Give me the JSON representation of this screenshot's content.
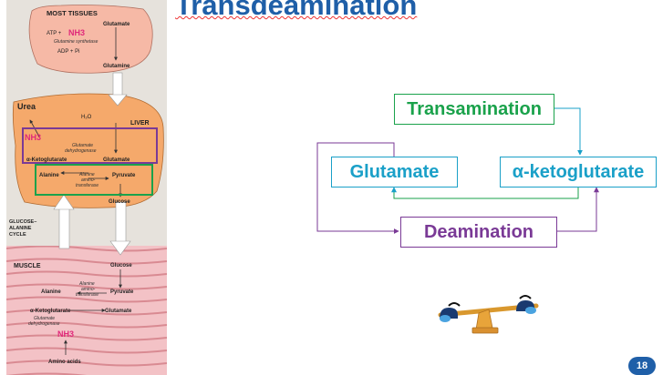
{
  "slide": {
    "title": "Transdeamination",
    "page_number": "18"
  },
  "flowchart": {
    "transamination": "Transamination",
    "glutamate": "Glutamate",
    "alpha_ketoglutarate": "α-ketoglutarate",
    "deamination": "Deamination"
  },
  "figure": {
    "most_tissues": "MOST TISSUES",
    "glutamate_top": "Glutamate",
    "atp_label": "ATP +",
    "nh3_top": "NH3",
    "glutamine_synthetase": "Glutamine synthetase",
    "adp_pi": "ADP + Pi",
    "glutamine": "Glutamine",
    "urea": "Urea",
    "h2o": "H₂O",
    "liver": "LIVER",
    "nh3_liver": "NH3",
    "glutamate_dehydrogenase_1": "Glutamate",
    "glutamate_dehydrogenase_2": "dehydrogenase",
    "akg_liver": "α-Ketoglutarate",
    "glutamate_liver": "Glutamate",
    "alanine_liver": "Alanine",
    "alanine_aminotransferase_1": "Alanine",
    "alanine_aminotransferase_2": "amino-",
    "alanine_aminotransferase_3": "transferase",
    "pyruvate_liver": "Pyruvate",
    "glucose_liver": "Glucose",
    "cycle_1": "GLUCOSE–",
    "cycle_2": "ALANINE",
    "cycle_3": "CYCLE",
    "muscle": "MUSCLE",
    "glucose_muscle": "Glucose",
    "alanine_muscle": "Alanine",
    "pyruvate_muscle": "Pyruvate",
    "muscle_aat_1": "Alanine",
    "muscle_aat_2": "amino-",
    "muscle_aat_3": "transferase",
    "akg_muscle": "α-Ketoglutarate",
    "glutamate_muscle": "Glutamate",
    "muscle_gdh_1": "Glutamate",
    "muscle_gdh_2": "dehydrogenase",
    "nh3_muscle": "NH3",
    "amino_acids": "Amino acids"
  },
  "colors": {
    "title": "#1f5fa8",
    "green": "#1aa24b",
    "cyan": "#1aa0c8",
    "purple": "#7a3a96",
    "nh3": "#e0287a"
  }
}
